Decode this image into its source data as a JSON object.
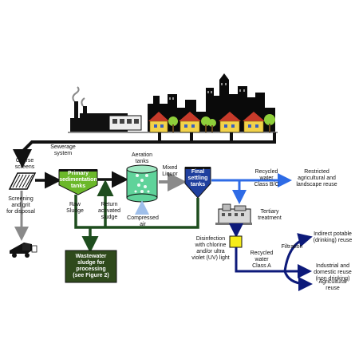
{
  "labels": {
    "sewerage": "Sewerage\nsystem",
    "coarse_screens": "Coarse\nscreens",
    "screening_grit": "Screening\nand grit\nfor disposal",
    "primary": "Primary\nsedimentation\ntanks",
    "aeration": "Aeration\ntanks",
    "mixed_liquor": "Mixed\nLiquor",
    "final_settling": "Final\nsettling\ntanks",
    "raw_sludge": "Raw\nSludge",
    "return_activated": "Return\nactivated\nsludge",
    "compressed_air": "Compressed\nair",
    "recycled_bc": "Recycled\nwater\nClass B/C",
    "restricted_reuse": "Restricted\nagricultural and\nlandscape reuse",
    "tertiary": "Tertiary\ntreatment",
    "disinfection": "Disinfection\nwith chlorine\nand/or ultra\nviolet (UV) light",
    "recycled_a": "Recycled\nwater\nClass A",
    "filtration": "Filtration",
    "indirect_potable": "Indirect potable\n(drinking) reuse",
    "industrial": "Industrial and\ndomestic reuse\n(non drinking)",
    "agricultural": "Agricultural\nreuse",
    "sludge_box": "Wastewater\nsludge for\nprocessing\n(see Figure 2)"
  },
  "colors": {
    "flow_black": "#111111",
    "flow_green": "#1e4d1e",
    "flow_blue": "#2e6be6",
    "flow_navy": "#0d1a7a",
    "flow_grey": "#8a8a8a",
    "primary_tank": "#6bb82a",
    "aeration_tank": "#5fd39a",
    "final_tank": "#1f3f9e",
    "sludge_box": "#2f4a1c",
    "disinfection_box": "#f5ec1a",
    "house_roof": "#c73a2a",
    "house_wall": "#f2d24a",
    "tree": "#8fcf3a",
    "city_silhouette": "#0a0a0a"
  }
}
